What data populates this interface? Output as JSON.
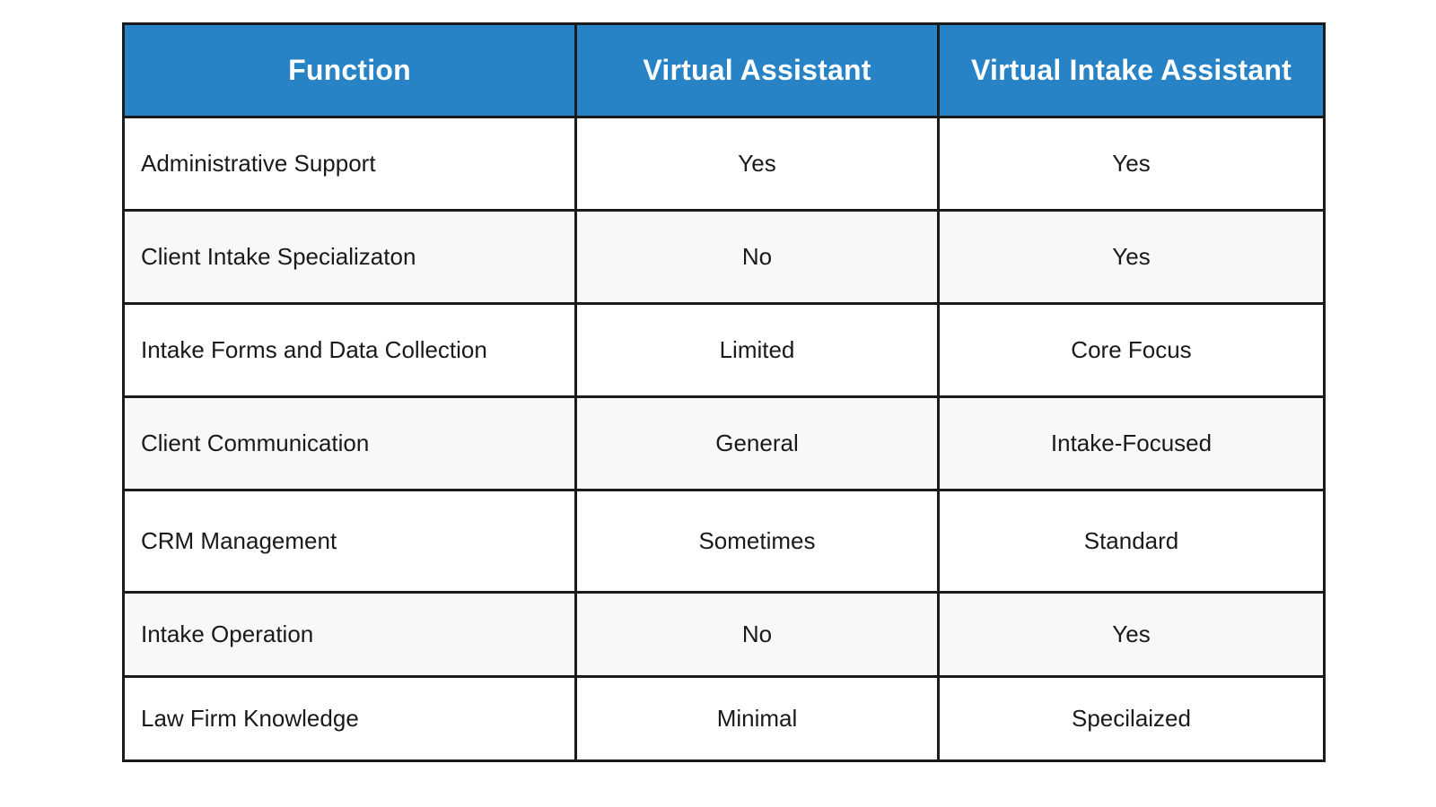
{
  "table": {
    "headers": [
      "Function",
      "Virtual Assistant",
      "Virtual Intake Assistant"
    ],
    "rows": [
      {
        "function": "Administrative Support",
        "virtual_assistant": "Yes",
        "virtual_intake_assistant": "Yes"
      },
      {
        "function": "Client Intake Specializaton",
        "virtual_assistant": "No",
        "virtual_intake_assistant": "Yes"
      },
      {
        "function": "Intake Forms and Data Collection",
        "virtual_assistant": "Limited",
        "virtual_intake_assistant": "Core Focus"
      },
      {
        "function": "Client Communication",
        "virtual_assistant": "General",
        "virtual_intake_assistant": "Intake-Focused"
      },
      {
        "function": "CRM Management",
        "virtual_assistant": "Sometimes",
        "virtual_intake_assistant": "Standard"
      },
      {
        "function": "Intake Operation",
        "virtual_assistant": "No",
        "virtual_intake_assistant": "Yes"
      },
      {
        "function": "Law Firm Knowledge",
        "virtual_assistant": "Minimal",
        "virtual_intake_assistant": "Specilaized"
      }
    ]
  },
  "colors": {
    "header_background": "#2782c6",
    "header_text": "#ffffff",
    "border": "#1b1b1b",
    "alt_row_background": "#f7f8fa"
  }
}
